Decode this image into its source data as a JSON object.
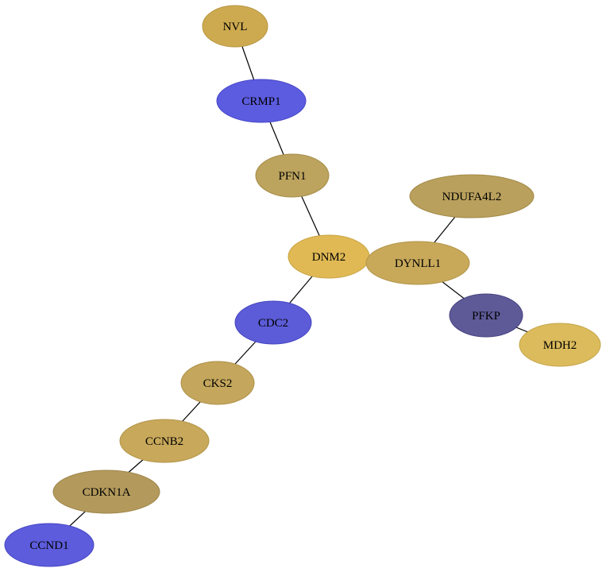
{
  "graph": {
    "nodes": [
      {
        "id": "NVL",
        "label": "NVL",
        "fill": "#CDAA50",
        "stroke": "#B89540"
      },
      {
        "id": "CRMP1",
        "label": "CRMP1",
        "fill": "#5C5CE0",
        "stroke": "#4646C8"
      },
      {
        "id": "PFN1",
        "label": "PFN1",
        "fill": "#BCA35E",
        "stroke": "#A68E4A"
      },
      {
        "id": "NDUFA4L2",
        "label": "NDUFA4L2",
        "fill": "#B9A05C",
        "stroke": "#A28A48"
      },
      {
        "id": "DNM2",
        "label": "DNM2",
        "fill": "#E0B955",
        "stroke": "#C9A443"
      },
      {
        "id": "DYNLL1",
        "label": "DYNLL1",
        "fill": "#C8A95A",
        "stroke": "#B19448"
      },
      {
        "id": "PFKP",
        "label": "PFKP",
        "fill": "#5E5A98",
        "stroke": "#47437F"
      },
      {
        "id": "MDH2",
        "label": "MDH2",
        "fill": "#DBBB5C",
        "stroke": "#C5A64A"
      },
      {
        "id": "CDC2",
        "label": "CDC2",
        "fill": "#5C5CD8",
        "stroke": "#4646C0"
      },
      {
        "id": "CKS2",
        "label": "CKS2",
        "fill": "#C4A65C",
        "stroke": "#AE914A"
      },
      {
        "id": "CCNB2",
        "label": "CCNB2",
        "fill": "#C8A85A",
        "stroke": "#B19348"
      },
      {
        "id": "CDKN1A",
        "label": "CDKN1A",
        "fill": "#B39A5C",
        "stroke": "#9D854A"
      },
      {
        "id": "CCND1",
        "label": "CCND1",
        "fill": "#5C5CDC",
        "stroke": "#4646C4"
      }
    ],
    "edges": [
      {
        "source": "NVL",
        "target": "CRMP1"
      },
      {
        "source": "CRMP1",
        "target": "PFN1"
      },
      {
        "source": "PFN1",
        "target": "DNM2"
      },
      {
        "source": "DNM2",
        "target": "DYNLL1"
      },
      {
        "source": "NDUFA4L2",
        "target": "DYNLL1"
      },
      {
        "source": "DYNLL1",
        "target": "PFKP"
      },
      {
        "source": "PFKP",
        "target": "MDH2"
      },
      {
        "source": "DNM2",
        "target": "CDC2"
      },
      {
        "source": "CDC2",
        "target": "CKS2"
      },
      {
        "source": "CKS2",
        "target": "CCNB2"
      },
      {
        "source": "CCNB2",
        "target": "CDKN1A"
      },
      {
        "source": "CDKN1A",
        "target": "CCND1"
      }
    ]
  }
}
